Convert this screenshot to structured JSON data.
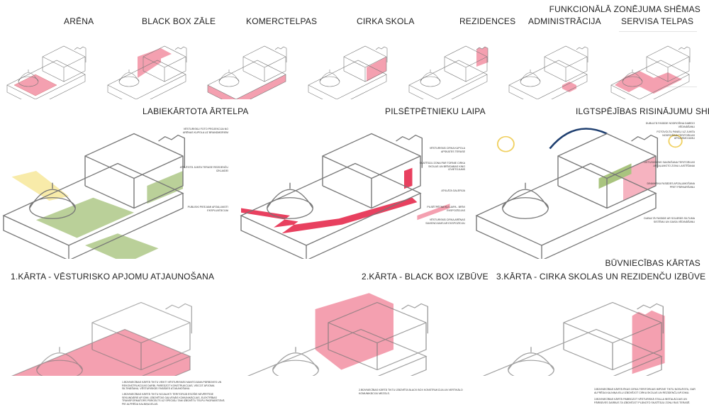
{
  "zoning": {
    "title": "FUNKCIONĀLĀ ZONĒJUMA SHĒMAS",
    "items": [
      {
        "label": "ARĒNA"
      },
      {
        "label": "BLACK BOX ZĀLE"
      },
      {
        "label": "KOMERCTELPAS"
      },
      {
        "label": "CIRKA SKOLA"
      },
      {
        "label": "REZIDENCES"
      },
      {
        "label": "ADMINISTRĀCIJA"
      },
      {
        "label": "SERVISA TELPAS"
      }
    ]
  },
  "concepts": [
    {
      "title": "LABIEKĀRTOTA ĀRTELPA",
      "notes": [
        "VĒSTURISKU FOTO PROJEKCIJA NO ARĒNAS KUPOLA UZ BRANDMŪRIEM",
        "ATSLĒGTĀ JUMTA TERASE REZIDENČU IZKLAIDEI",
        "PUBLISKI PIEEJAMI APZAĻUMOTI EKSPLUATĀCIJAI"
      ]
    },
    {
      "title": "PILSĒTPĒTNIEKU LAIPA",
      "notes": [
        "VĒSTURISKĀ CIRKA KUPOLA APSKATES TERASE",
        "SKATĪTĀJU ZONA PAR TORNIE CIRKA SKOLAS UN BRĪVDABAS KINO IZVIETOJUMS",
        "ATKLĀTA GALERIJA",
        "PILSĒTPĒTNIEKU LAIPA - BRĪVI EKSPOZĪCIJAS",
        "VĒSTURISKĀ CIRKA ARĒNAS SAVIENOJUMS AR EKSPOZĪCIJU"
      ]
    },
    {
      "title": "ILGTSPĒJĪBAS RISINĀJUMU SHĒMA",
      "notes": [
        "DUBULTĀ FASĀDE NODROŠINA DABĪGO VĒDINĀŠANU",
        "FOTOVOLTU PANEĻI UZ JUMTA NODROŠINA TERITORIJAS APGAISMOJUMU",
        "LIETUSŪDENS SAVĀKŠANA TERITORIJAS APZAĻUMOTO ZONU LAISTĪŠANAI",
        "DINAMISKA FASĀDES APZAĻUMOŠANA PRET PĀRKARŠANU",
        "DUBULTĀ FASĀDE AR SOLĀRĀS SILTUMA SISTĒMU UN GAISA VĒDINĀŠANU"
      ]
    }
  ],
  "phases": {
    "title": "BŪVNIECĪBAS KĀRTAS",
    "items": [
      {
        "title": "1.KĀRTA - VĒSTURISKO APJOMU ATJAUNOŠANA",
        "notes": [
          "1.BŪVNIECĪBAS KĀRTĀ TIKTU VEIKTI VĒSTURISKĀS MANTOJUMA PĀRBŪVES UN REKONSTRUKCIJAS DARBI, PAREDZOT KONSTRUKCIJAS, VEICOT APJOMA SILTINĀŠANU, VĒSTURISKĀS FASĀDES ATJAUNOŠANU.",
          "1.BŪVNIECĪBAS KĀRTĀ TIKTU NOJAUKTI TERITORIJĀ ESOŠIE NEVĒRTĪGIE SEKUNDĀRIE APJOMI, IZBŪVĒTAS GALVENĀS KOMUNIKĀCIJAS, ELEKTRĪBAS TRANSFORMATORS PĀRCELTS UZ SPECIĀLI TAM IZBŪVĒTU TELPU PAGRABSTĀVĀ PIE ALFRĒDA KALNIŅA IELAS."
        ]
      },
      {
        "title": "2.KĀRTA - BLACK BOX IZBŪVE",
        "notes": [
          "2.BŪVNIECĪBAS KĀRTĀ TIKTU IZBŪVĒTA BLACK BOX KONSTRUKCIJA UN VERTIKĀLO KOMUNIKĀCIJU MEZGLS."
        ]
      },
      {
        "title": "3.KĀRTA - CIRKA SKOLAS UN REZIDENČU IZBŪVE",
        "notes": [
          "3.BŪVNIECĪBAS KĀRTĀ ĒKAS CIRKA TERITORIJAS IMPŪVE TIKTU NOSLĒGTA, GAR ALFRĒDA KALNIŅA IELU IZBŪVĒJOT CIRKA SKOLAS UN REZIDENČU APJOMU.",
          "3.BŪVNIECĪBAS KĀRTĀ PABEIDZOT VĒSTURISKĀ STALLA INSTALĀCIJAS UN PĀRBŪVES DARBUS TA IZBŪVĒJOT PLĀNOTO SKATĪTĀJU ZONU RAS TERASĒ."
        ]
      }
    ]
  },
  "colors": {
    "pink": "#f4a0b0",
    "red": "#e8405f",
    "green": "#a9c47f",
    "yellow": "#f7e9a0"
  }
}
